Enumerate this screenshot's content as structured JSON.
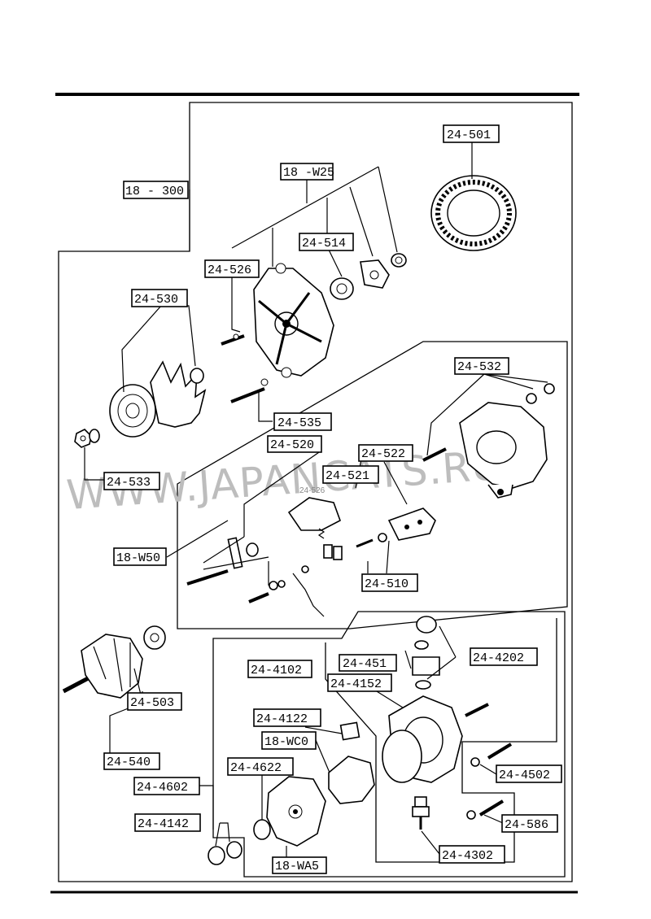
{
  "watermark": "WWW.JAPANCATS.RU",
  "fig_number": "24-526",
  "labels": [
    {
      "id": "24-501",
      "text": "24-501"
    },
    {
      "id": "18-W25",
      "text": "18 -W25"
    },
    {
      "id": "18-300",
      "text": "18 - 300"
    },
    {
      "id": "24-514",
      "text": "24-514"
    },
    {
      "id": "24-526",
      "text": "24-526"
    },
    {
      "id": "24-530",
      "text": "24-530"
    },
    {
      "id": "24-532",
      "text": "24-532"
    },
    {
      "id": "24-535",
      "text": "24-535"
    },
    {
      "id": "24-520",
      "text": "24-520"
    },
    {
      "id": "24-522",
      "text": "24-522"
    },
    {
      "id": "24-521",
      "text": "24-521"
    },
    {
      "id": "24-533",
      "text": "24-533"
    },
    {
      "id": "18-W50",
      "text": "18-W50"
    },
    {
      "id": "24-510",
      "text": "24-510"
    },
    {
      "id": "24-451",
      "text": "24-451"
    },
    {
      "id": "24-4202",
      "text": "24-4202"
    },
    {
      "id": "24-4102",
      "text": "24-4102"
    },
    {
      "id": "24-4152",
      "text": "24-4152"
    },
    {
      "id": "24-503",
      "text": "24-503"
    },
    {
      "id": "24-4122",
      "text": "24-4122"
    },
    {
      "id": "18-WC0",
      "text": "18-WC0"
    },
    {
      "id": "24-540",
      "text": "24-540"
    },
    {
      "id": "24-4622",
      "text": "24-4622"
    },
    {
      "id": "24-4502",
      "text": "24-4502"
    },
    {
      "id": "24-4602",
      "text": "24-4602"
    },
    {
      "id": "24-586",
      "text": "24-586"
    },
    {
      "id": "24-4142",
      "text": "24-4142"
    },
    {
      "id": "24-4302",
      "text": "24-4302"
    },
    {
      "id": "18-WA5",
      "text": "18-WA5"
    }
  ]
}
